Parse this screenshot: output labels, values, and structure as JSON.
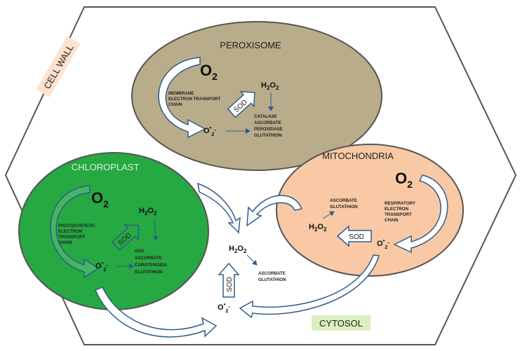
{
  "labels": {
    "cell_wall": "CELL WALL",
    "cytosol": "CYTOSOL"
  },
  "peroxisome": {
    "title": "PEROXISOME",
    "o2": "O",
    "o2_sub": "2",
    "source_lines": [
      "MEMBRANE",
      "ELECTRON TRANSPORT",
      "CHAIN"
    ],
    "sod": "SOD",
    "h2o2": [
      "H",
      "2",
      "O",
      "2"
    ],
    "superoxide": [
      "O",
      "•",
      "2",
      "-"
    ],
    "scavengers": [
      "CATALASE",
      "ASCORBATE",
      "PEROXIDASE",
      "GLUTATHION"
    ]
  },
  "chloroplast": {
    "title": "CHLOROPLAST",
    "o2": "O",
    "o2_sub": "2",
    "source_lines": [
      "PHOTOSYNTETIC",
      "ELECTRON",
      "TRANSPORT",
      "CHAIN"
    ],
    "sod": "SOD",
    "h2o2": [
      "H",
      "2",
      "O",
      "2"
    ],
    "superoxide": [
      "O",
      "•",
      "2",
      "-"
    ],
    "scavengers": [
      "AOX",
      "ASCORBATE",
      "CAROTENOIDS",
      "GLUTATHION"
    ]
  },
  "mitochondria": {
    "title": "MITOCHONDRIA",
    "o2": "O",
    "o2_sub": "2",
    "source_lines": [
      "RESPIRATORY",
      "ELECTRON",
      "TRANSPORT",
      "CHAIN"
    ],
    "sod": "SOD",
    "h2o2": [
      "H",
      "2",
      "O",
      "2"
    ],
    "superoxide": [
      "O",
      "•",
      "2",
      "-"
    ],
    "scavengers": [
      "ASCORBATE",
      "GLUTATHION"
    ]
  },
  "cytosol": {
    "sod": "SOD",
    "h2o2": [
      "H",
      "2",
      "O",
      "2"
    ],
    "superoxide": [
      "O",
      "•",
      "2",
      "-"
    ],
    "scavengers": [
      "ASCORBATE",
      "GLUTATHION"
    ]
  },
  "colors": {
    "peroxisome_fill": "#b9ac8a",
    "chloroplast_fill": "#26a843",
    "mitochondria_fill": "#f8c9a4",
    "cell_wall_label_bg": "#fde3cf",
    "cytosol_label_bg": "#dcefbf",
    "arrow_stroke": "#2f5d8c",
    "outline": "#555555"
  }
}
